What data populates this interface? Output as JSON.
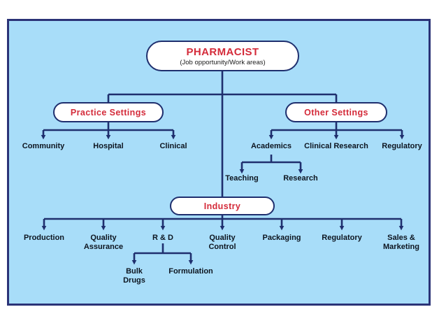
{
  "diagram": {
    "title": "PHARMACIST",
    "subtitle": "(Job opportunity/Work areas)",
    "colors": {
      "background": "#a8ddf9",
      "border": "#2b3377",
      "line": "#1f2f6e",
      "node_fill": "#ffffff",
      "accent_text": "#d42b3a",
      "leaf_text": "#0d1520"
    },
    "root": {
      "label": "PHARMACIST",
      "sublabel": "(Job opportunity/Work areas)"
    },
    "nodes": [
      {
        "id": "practice-settings",
        "label": "Practice Settings",
        "type": "pill"
      },
      {
        "id": "other-settings",
        "label": "Other Settings",
        "type": "pill"
      },
      {
        "id": "industry",
        "label": "Industry",
        "type": "pill"
      }
    ],
    "practice_settings": {
      "label": "Practice Settings",
      "children": [
        "Community",
        "Hospital",
        "Clinical"
      ]
    },
    "other_settings": {
      "label": "Other Settings",
      "children": [
        "Academics",
        "Clinical Research",
        "Regulatory"
      ],
      "academics_children": [
        "Teaching",
        "Research"
      ]
    },
    "industry": {
      "label": "Industry",
      "children": [
        "Production",
        "Quality\nAssurance",
        "R & D",
        "Quality\nControl",
        "Packaging",
        "Regulatory",
        "Sales &\nMarketing"
      ],
      "rd_children": [
        "Bulk\nDrugs",
        "Formulation"
      ]
    }
  }
}
